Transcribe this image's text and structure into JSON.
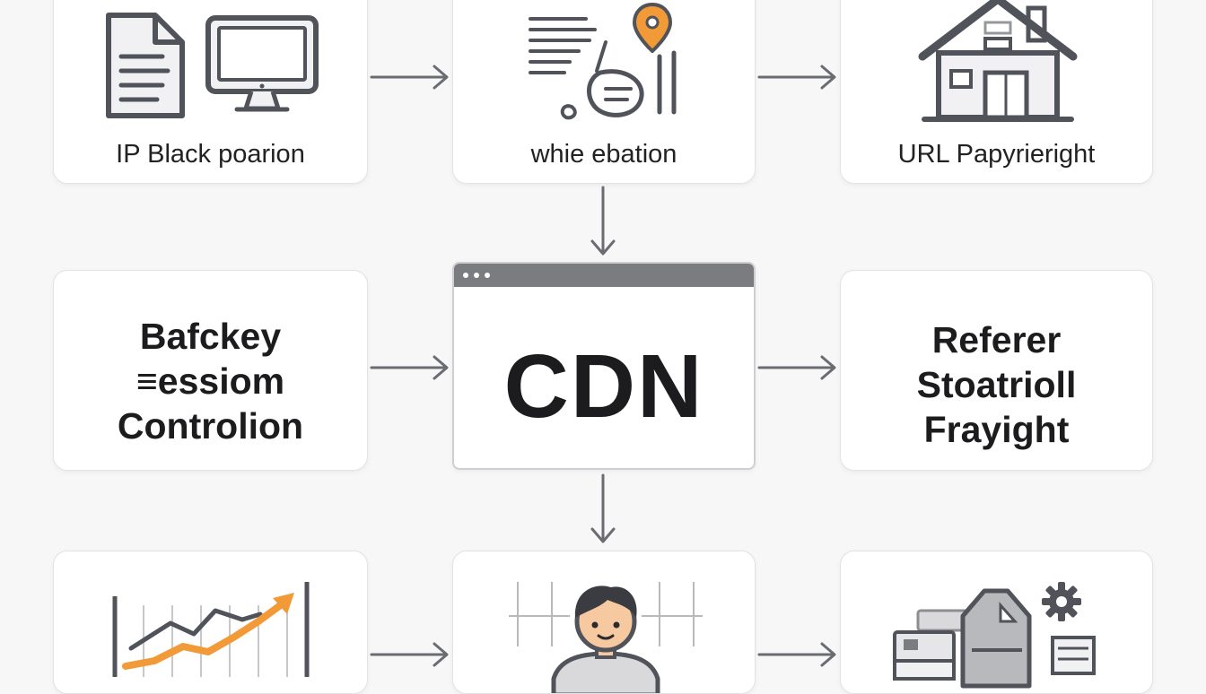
{
  "colors": {
    "stroke": "#50535a",
    "accent": "#f29a38",
    "card_bg": "#ffffff",
    "page_bg": "#f7f7f8"
  },
  "top_row": {
    "left_label": "IP Black poarion",
    "middle_label": "whie ebation",
    "right_label": "URL Papyrieright"
  },
  "middle_row": {
    "left_lines": [
      "Bafckey",
      "≡essiom",
      "Controlion"
    ],
    "center_label": "CDN",
    "right_lines": [
      "Referer",
      "Stoatrioll",
      "Frayight"
    ]
  },
  "icons": {
    "document": "document-icon",
    "monitor": "monitor-icon",
    "location": "location-pin-icon",
    "house": "house-icon",
    "chart": "line-chart-icon",
    "person": "person-icon",
    "shield": "shield-icon",
    "gear": "gear-icon"
  }
}
